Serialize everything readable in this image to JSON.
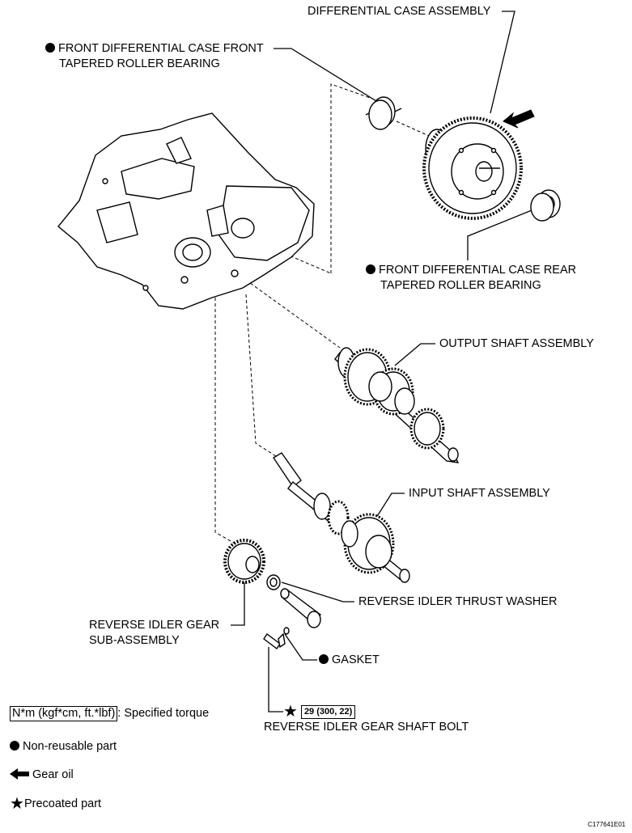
{
  "labels": {
    "diff_case": "DIFFERENTIAL CASE ASSEMBLY",
    "front_bearing_1": "FRONT DIFFERENTIAL CASE FRONT",
    "front_bearing_2": "TAPERED ROLLER BEARING",
    "rear_bearing_1": "FRONT DIFFERENTIAL CASE REAR",
    "rear_bearing_2": "TAPERED ROLLER BEARING",
    "output_shaft": "OUTPUT SHAFT ASSEMBLY",
    "input_shaft": "INPUT SHAFT ASSEMBLY",
    "thrust_washer": "REVERSE IDLER THRUST WASHER",
    "idler_gear_1": "REVERSE IDLER GEAR",
    "idler_gear_2": "SUB-ASSEMBLY",
    "gasket": "GASKET",
    "torque_value": "29 (300, 22)",
    "shaft_bolt": "REVERSE IDLER GEAR SHAFT BOLT"
  },
  "legend": {
    "spec_box": "N*m (kgf*cm, ft.*lbf)",
    "spec_text": ": Specified torque",
    "non_reusable": "Non-reusable part",
    "gear_oil": "Gear oil",
    "precoated": "Precoated part"
  },
  "figure_code": "C177641E01",
  "icons": {
    "non_reusable": "filled-circle-icon",
    "precoated": "star-icon",
    "gear_oil": "thick-arrow-icon"
  }
}
